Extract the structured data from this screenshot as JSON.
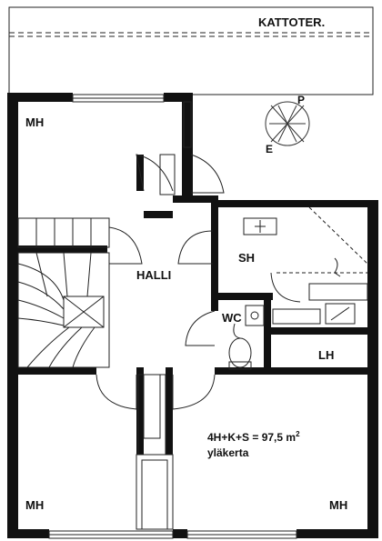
{
  "labels": {
    "roof_terrace": "KATTOTER.",
    "bedroom_top_left": "MH",
    "hall": "HALLI",
    "sauna": "SH",
    "toilet": "WC",
    "laundry_room": "LH",
    "bedroom_bottom_left": "MH",
    "bedroom_bottom_right": "MH"
  },
  "info": {
    "summary_prefix": "4H+K+S = 97,5 m",
    "summary_sup": "2",
    "floor": "yläkerta"
  },
  "compass": {
    "north_letter": "P",
    "east_letter": "E"
  },
  "colors": {
    "wall": "#111111",
    "line": "#222222",
    "background": "#ffffff"
  }
}
